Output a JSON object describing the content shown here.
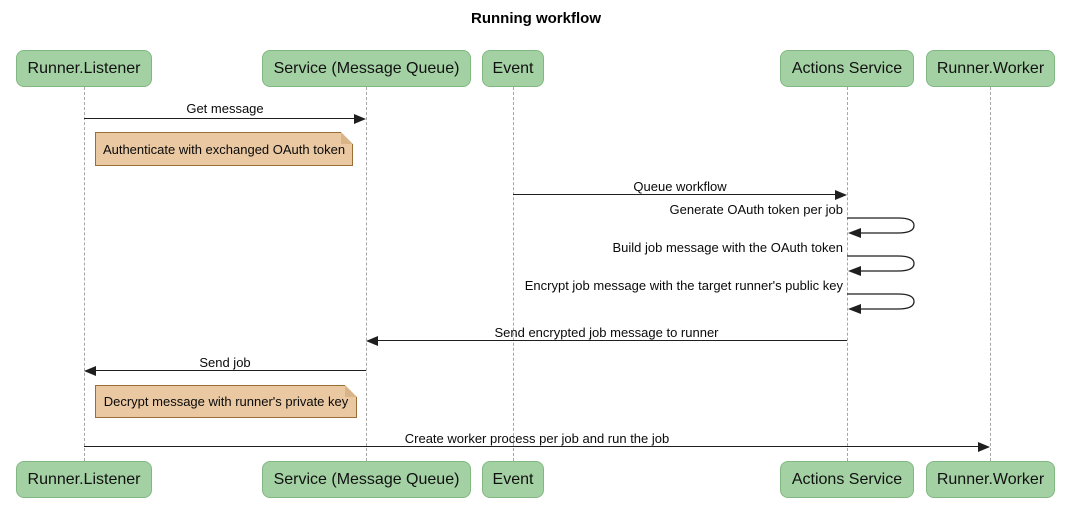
{
  "title": "Running workflow",
  "colors": {
    "actor_fill": "#a3d1a3",
    "actor_border": "#81b881",
    "note_fill": "#e9c8a2",
    "note_border": "#9a6f35",
    "lifeline": "#a6a6a6",
    "arrow": "#1f1f1f",
    "background": "#ffffff"
  },
  "participants": [
    {
      "label": "Runner.Listener"
    },
    {
      "label": "Service (Message Queue)"
    },
    {
      "label": "Event"
    },
    {
      "label": "Actions Service"
    },
    {
      "label": "Runner.Worker"
    }
  ],
  "messages": [
    {
      "type": "arrow",
      "from": "Runner.Listener",
      "to": "Service (Message Queue)",
      "label": "Get message"
    },
    {
      "type": "note",
      "over": "Runner.Listener, Service (Message Queue)",
      "label": "Authenticate with exchanged OAuth token"
    },
    {
      "type": "arrow",
      "from": "Event",
      "to": "Actions Service",
      "label": "Queue workflow"
    },
    {
      "type": "self",
      "actor": "Actions Service",
      "label": "Generate OAuth token per job"
    },
    {
      "type": "self",
      "actor": "Actions Service",
      "label": "Build job message with the OAuth token"
    },
    {
      "type": "self",
      "actor": "Actions Service",
      "label": "Encrypt job message with the target runner's public key"
    },
    {
      "type": "arrow",
      "from": "Actions Service",
      "to": "Service (Message Queue)",
      "label": "Send encrypted job message to runner"
    },
    {
      "type": "arrow",
      "from": "Service (Message Queue)",
      "to": "Runner.Listener",
      "label": "Send job"
    },
    {
      "type": "note",
      "over": "Runner.Listener, Service (Message Queue)",
      "label": "Decrypt message with runner's private key"
    },
    {
      "type": "arrow",
      "from": "Runner.Listener",
      "to": "Runner.Worker",
      "label": "Create worker process per job and run the job"
    }
  ]
}
